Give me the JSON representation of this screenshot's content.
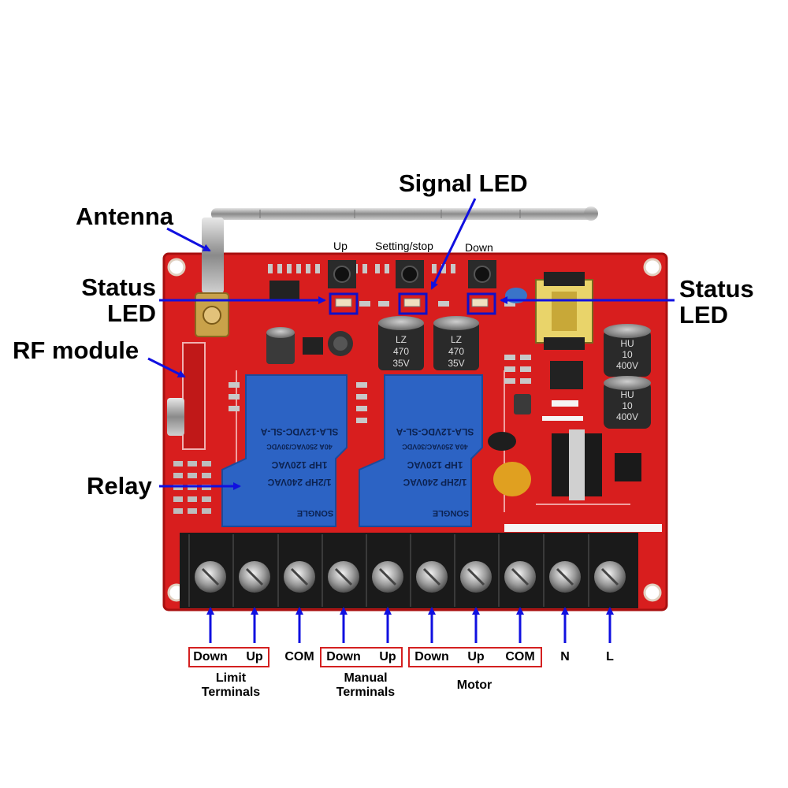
{
  "callouts": {
    "antenna": "Antenna",
    "signal_led": "Signal LED",
    "status_led_left": [
      "Status",
      "LED"
    ],
    "status_led_right": [
      "Status",
      "LED"
    ],
    "rf_module": "RF module",
    "relay": "Relay"
  },
  "buttons": {
    "up": "Up",
    "setting_stop": "Setting/stop",
    "down": "Down"
  },
  "components": {
    "relay_text": [
      "1/2HP 240VAC",
      "1HP 120VAC",
      "40A 250VAC/30VDC",
      "SLA-12VDC-SL-A",
      "SONGLE"
    ],
    "cap_large_1": [
      "LZ",
      "470",
      "35V"
    ],
    "cap_large_2": [
      "LZ",
      "470",
      "35V"
    ],
    "cap_hv_1": [
      "HU",
      "10",
      "400V"
    ],
    "cap_hv_2": [
      "HU",
      "10",
      "400V"
    ]
  },
  "terminals": {
    "labels": [
      "Down",
      "Up",
      "COM",
      "Down",
      "Up",
      "Down",
      "Up",
      "COM",
      "N",
      "L"
    ],
    "groups": [
      {
        "name_lines": [
          "Limit",
          "Terminals"
        ]
      },
      {
        "name_lines": [
          "Manual",
          "Terminals"
        ]
      },
      {
        "name_lines": [
          "Motor"
        ]
      }
    ]
  },
  "colors": {
    "pcb": "#d81e1e",
    "relay": "#2c63c4",
    "arrow": "#1010e0",
    "highlight_box": "#1010c8",
    "group_box": "#d42020",
    "terminal_block": "#1a1a1a"
  }
}
